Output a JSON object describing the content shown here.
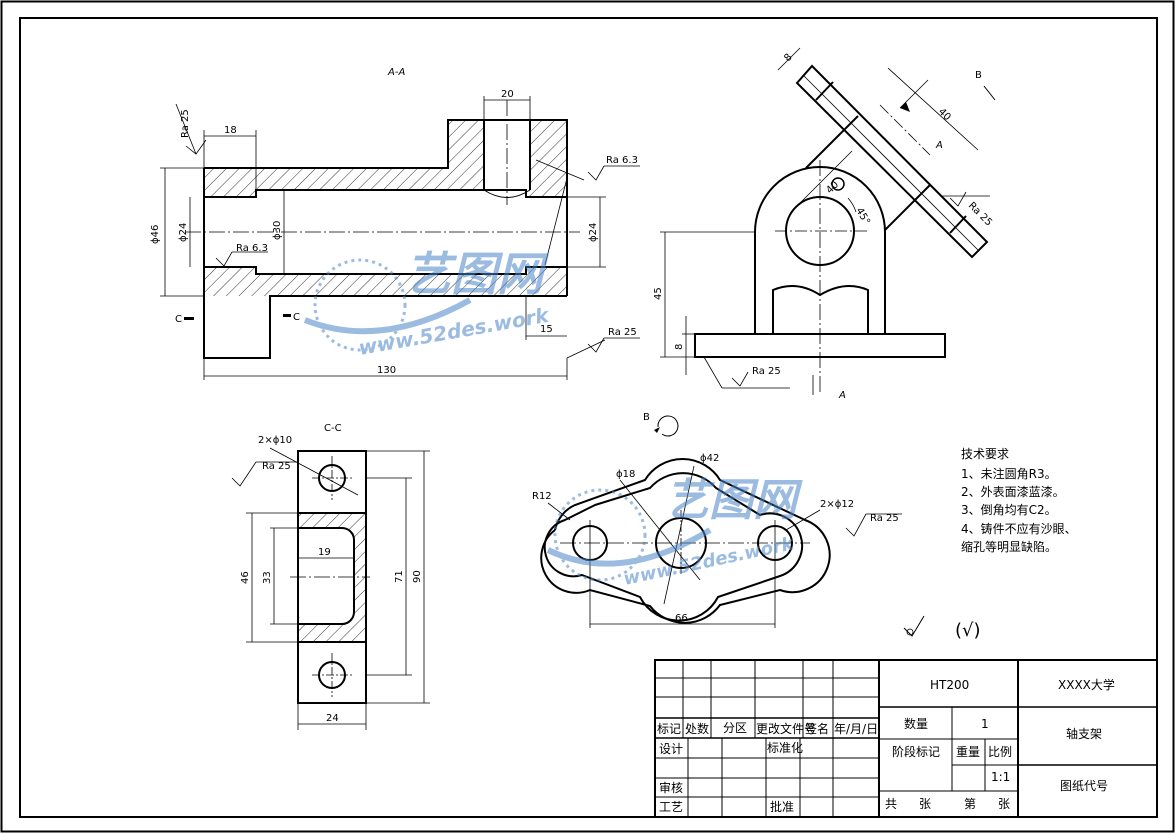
{
  "views": {
    "section_aa": "A-A",
    "section_cc": "C-C",
    "view_b": "B",
    "arrow_a": "A",
    "section_c_left": "C",
    "section_c_right": "C",
    "arrow_b_right": "B"
  },
  "dimensions": {
    "d20": "20",
    "d18": "18",
    "d46": "ϕ46",
    "d24_left": "ϕ24",
    "d30": "ϕ30",
    "d24_right": "ϕ24",
    "d15": "15",
    "d130": "130",
    "d8_top": "8",
    "d40_top": "40",
    "d40_circle": "40",
    "angle45": "45°",
    "d45": "45",
    "d8_base": "8",
    "cc_holes": "2×ϕ10",
    "cc_19": "19",
    "cc_46": "46",
    "cc_33": "33",
    "cc_71": "71",
    "cc_90": "90",
    "cc_24": "24",
    "b_d42": "ϕ42",
    "b_d18": "ϕ18",
    "b_r12": "R12",
    "b_holes": "2×ϕ12",
    "b_66": "66"
  },
  "roughness": {
    "ra25_a": "Ra 25",
    "ra63_a": "Ra 6.3",
    "ra63_b": "Ra 6.3",
    "ra25_b": "Ra 25",
    "ra25_c": "Ra 25",
    "ra25_d": "Ra 25",
    "ra25_e": "Ra 25",
    "ra25_f": "Ra 25",
    "other": "(√)"
  },
  "tech_requirements": {
    "title": "技术要求",
    "items": [
      "1、未注圆角R3。",
      "2、外表面漆蓝漆。",
      "3、倒角均有C2。",
      "4、铸件不应有沙眼、",
      "缩孔等明显缺陷。"
    ]
  },
  "title_block": {
    "material": "HT200",
    "school": "XXXX大学",
    "part_name": "轴支架",
    "drawing_code": "图纸代号",
    "qty_label": "数量",
    "qty_value": "1",
    "stage_label": "阶段标记",
    "weight_label": "重量",
    "scale_label": "比例",
    "scale_value": "1:1",
    "total_label": "共",
    "sheets_label": "张",
    "nth_label": "第",
    "sheet_label": "张",
    "row_mark": "标记",
    "row_count": "处数",
    "row_zone": "分区",
    "row_change": "更改文件号",
    "row_sign": "签名",
    "row_date": "年/月/日",
    "design": "设计",
    "standard": "标准化",
    "review": "审核",
    "process": "工艺",
    "approve": "批准"
  },
  "watermark": {
    "brand": "艺图网",
    "url": "www.52des.work"
  },
  "colors": {
    "line": "#000000",
    "watermark": "#4a86c8"
  }
}
